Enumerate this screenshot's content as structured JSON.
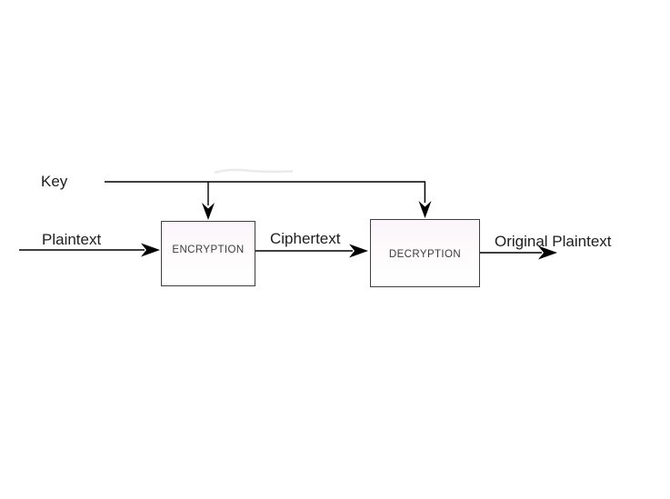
{
  "diagram_type": "flow-diagram",
  "labels": {
    "key": "Key",
    "plaintext": "Plaintext",
    "ciphertext": "Ciphertext",
    "original_plaintext": "Original Plaintext"
  },
  "nodes": [
    {
      "id": "encryption",
      "label": "ENCRYPTION"
    },
    {
      "id": "decryption",
      "label": "DECRYPTION"
    }
  ],
  "edges": [
    {
      "from": "key",
      "to": "encryption"
    },
    {
      "from": "key",
      "to": "decryption"
    },
    {
      "from": "plaintext-source",
      "to": "encryption",
      "label": "Plaintext"
    },
    {
      "from": "encryption",
      "to": "decryption",
      "label": "Ciphertext"
    },
    {
      "from": "decryption",
      "to": "output",
      "label": "Original Plaintext"
    }
  ],
  "colors": {
    "background": "#ffffff",
    "line": "#000000",
    "box_border": "#3f3f3f",
    "box_fill_tint": "#fbf5f9",
    "label_text": "#1e1e1e",
    "node_text": "#3c3c3c",
    "artifact": "#d8d8d8"
  }
}
